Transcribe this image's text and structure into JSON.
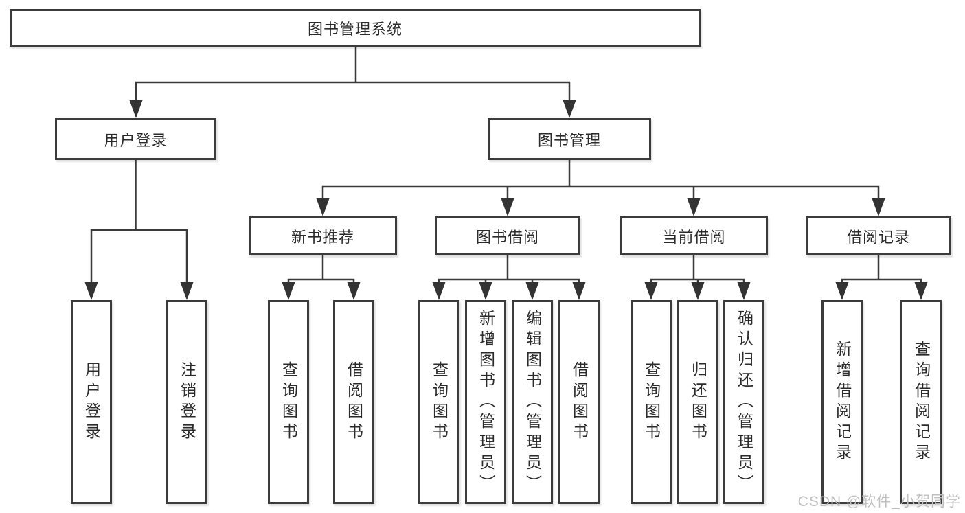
{
  "diagram_title": "图书管理系统",
  "tree": {
    "root": "图书管理系统",
    "branches": [
      {
        "label": "用户登录",
        "leaves": [
          "用户登录",
          "注销登录"
        ]
      },
      {
        "label": "图书管理",
        "groups": [
          {
            "label": "新书推荐",
            "leaves": [
              "查询图书",
              "借阅图书"
            ]
          },
          {
            "label": "图书借阅",
            "leaves": [
              "查询图书",
              "新增图书（管理员）",
              "编辑图书（管理员）",
              "借阅图书"
            ]
          },
          {
            "label": "当前借阅",
            "leaves": [
              "查询图书",
              "归还图书",
              "确认归还（管理员）"
            ]
          },
          {
            "label": "借阅记录",
            "leaves": [
              "新增借阅记录",
              "查询借阅记录"
            ]
          }
        ]
      }
    ]
  },
  "watermark": "CSDN @软件_小贺同学",
  "colors": {
    "line": "#3a3a3a",
    "arrow": "#333333",
    "box_border": "#3c3c3c",
    "text": "#2b2b2b",
    "watermark": "#c0c0c0",
    "background": "#ffffff"
  }
}
